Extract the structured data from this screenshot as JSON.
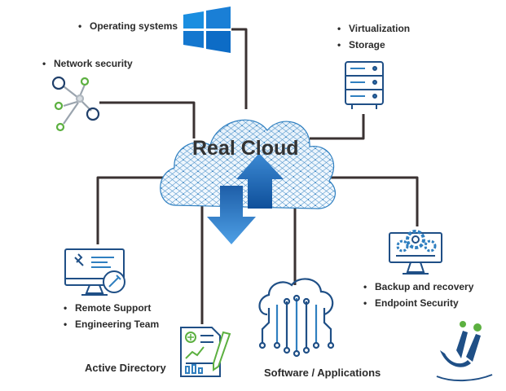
{
  "center": {
    "title": "Real Cloud"
  },
  "nodes": {
    "operating_systems": {
      "items": [
        "Operating systems"
      ]
    },
    "network_security": {
      "items": [
        "Network security"
      ]
    },
    "virtualization_storage": {
      "items": [
        "Virtualization",
        "Storage"
      ]
    },
    "remote_support": {
      "items": [
        "Remote Support",
        "Engineering Team"
      ]
    },
    "backup": {
      "items": [
        "Backup and recovery",
        "Endpoint Security"
      ]
    },
    "active_directory": {
      "label": "Active Directory"
    },
    "software": {
      "label": "Software / Applications"
    }
  },
  "colors": {
    "line": "#3a3232",
    "accent": "#1a6ea8",
    "green": "#5cb040",
    "cloud": "#2f7fc0"
  }
}
